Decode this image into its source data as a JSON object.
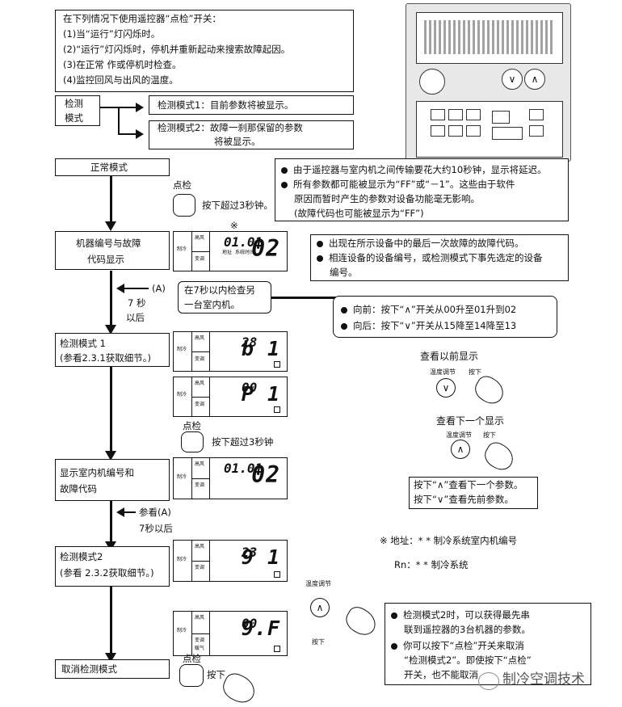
{
  "intro": {
    "line1": "在下列情况下使用遥控器“点检”开关：",
    "line2": "(1)当“运行”灯闪烁时。",
    "line3": "(2)“运行”灯闪烁时，停机并重新起动来搜索故障起因。",
    "line4": "(3)在正常   作或停机时检查。",
    "line5": "(4)监控回风与出风的温度。"
  },
  "check_mode": {
    "line1": "检测",
    "line2": "模式"
  },
  "mode1_desc": "检测模式1：目前参数将被显示。",
  "mode2_desc": {
    "line1": "检测模式2：故障一刹那保留的参数",
    "line2": "将被显示。"
  },
  "normal_mode": "正常模式",
  "check_btn_label": "点检",
  "hold_3s": "按下超过3秒钟。",
  "note_delay": {
    "line1": "由于遥控器与室内机之间传输要花大约10秒钟，显示将延迟。",
    "line2": "所有参数都可能被显示为“FF”或“－1”。这些由于软件",
    "line3": "原因而暂时产生的参数对设备功能毫无影响。",
    "line4": "(故障代码也可能被显示为“FF”)"
  },
  "asterisk": "※",
  "unit_display": {
    "line1": "机器编号与故障",
    "line2": "代码显示"
  },
  "lcd_labels": {
    "high": "高风",
    "cool": "制冷",
    "adjust": "变调",
    "sub1": "地址",
    "sub2": "系统时间",
    "heat": "暖气"
  },
  "lcd_readouts": {
    "d1_small": "01.01",
    "d1_big": "02",
    "d2_small": "28",
    "d2_big": "b 1",
    "d3_small": "00",
    "d3_big": "P 1",
    "d4_small": "01.01",
    "d4_big": "02",
    "d5_small": "23",
    "d5_big": "9 1",
    "d6_small": "00",
    "d6_big": "9.F"
  },
  "note_last_fault": {
    "line1": "出现在所示设备中的最后一次故障的故障代码。",
    "line2": "相连设备的设备编号，或检测模式下事先选定的设备",
    "line3": "编号。"
  },
  "arrow_a": "(A)",
  "after_7s": {
    "line1": "7 秒",
    "line2": "以后"
  },
  "check_other": {
    "line1": "在7秒以内检查另",
    "line2": "一台室内机。"
  },
  "forward_back": {
    "line1": "向前：按下“∧”开关从00升至01升到02",
    "line2": "向后：按下“∨”开关从15降至14降至13"
  },
  "view_prev": "查看以前显示",
  "temp_adjust": "温度调节",
  "press": "按下",
  "view_next": "查看下一个显示",
  "mode1_box": {
    "line1": "检测模式 1",
    "line2": "(参看2.3.1获取细节。)"
  },
  "hold_3s_2": "按下超过3秒钟",
  "show_indoor": {
    "line1": "显示室内机编号和",
    "line2": "故障代码"
  },
  "updown_note": {
    "line1": "按下“∧”查看下一个参数。",
    "line2": "按下“∨”查看先前参数。"
  },
  "ref_a": "参看(A)",
  "after_7s_2": "7秒以后",
  "addr_note": {
    "line1": "※  地址：* * 制冷系统室内机编号",
    "line2": "Rn：* * 制冷系统"
  },
  "mode2_box": {
    "line1": "检测模式2",
    "line2": "(参看 2.3.2获取细节。)"
  },
  "mode2_note": {
    "line1": "检测模式2时，可以获得最先串",
    "line2": "联到遥控器的3台机器的参数。",
    "line3": "你可以按下“点检”开关来取消",
    "line4": "“检测模式2”。即使按下“点检”",
    "line5": "开关，也不能取消"
  },
  "cancel_mode": "取消检测模式",
  "watermark": "制冷空调技术"
}
